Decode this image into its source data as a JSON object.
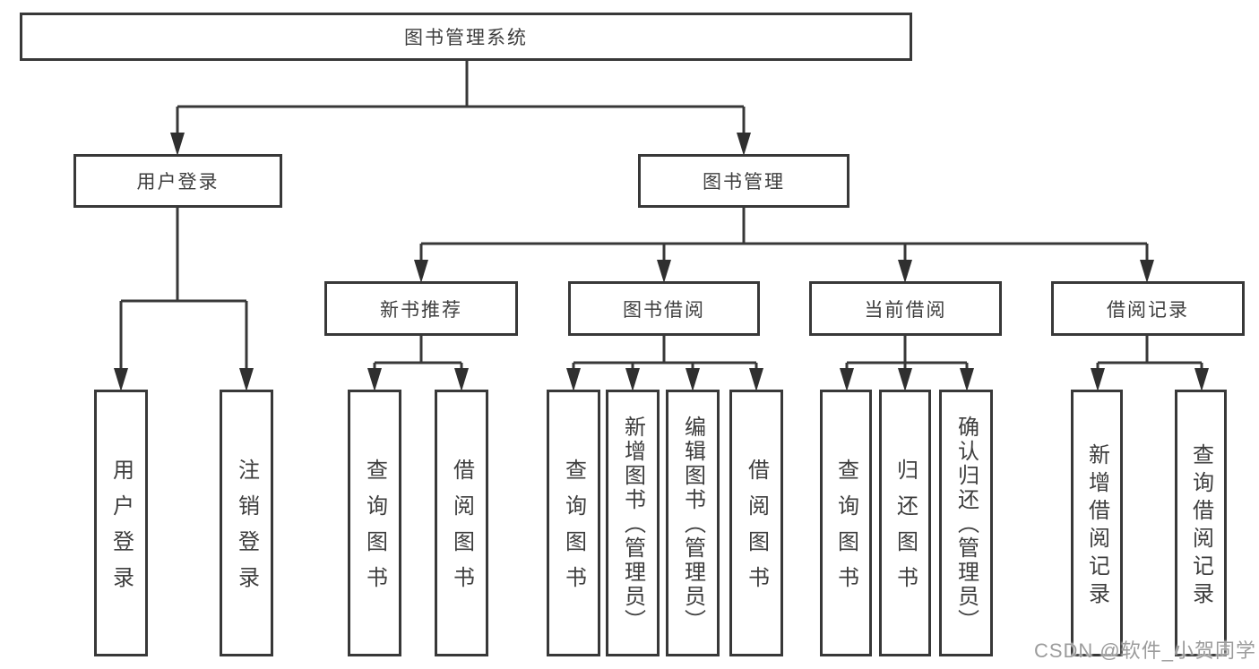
{
  "diagram": {
    "nodes": {
      "root": "图书管理系统",
      "user_login": "用户登录",
      "book_mgmt": "图书管理",
      "new_books": "新书推荐",
      "book_borrow": "图书借阅",
      "current_borrow": "当前借阅",
      "borrow_records": "借阅记录",
      "leaf_user_login": "用户登录",
      "leaf_logout": "注销登录",
      "leaf_nb_query": "查询图书",
      "leaf_nb_borrow": "借阅图书",
      "leaf_bb_query": "查询图书",
      "leaf_bb_add": "新增图书（管理员）",
      "leaf_bb_edit": "编辑图书（管理员）",
      "leaf_bb_borrow": "借阅图书",
      "leaf_cb_query": "查询图书",
      "leaf_cb_return": "归还图书",
      "leaf_cb_confirm": "确认归还（管理员）",
      "leaf_br_add": "新增借阅记录",
      "leaf_br_query": "查询借阅记录"
    },
    "watermark": "CSDN @软件_小贺同学",
    "colors": {
      "line": "#383838",
      "text": "#3e3e3e",
      "watermark_text": "#9c9c9c",
      "background": "#ffffff"
    }
  }
}
